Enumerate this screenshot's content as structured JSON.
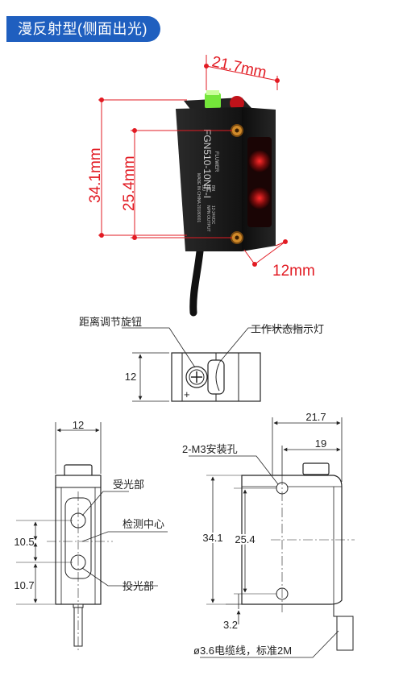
{
  "title": "漫反射型(侧面出光)",
  "photo": {
    "dim_width": "21.7mm",
    "dim_height_outer": "34.1mm",
    "dim_height_inner": "25.4mm",
    "dim_depth": "12mm",
    "model_text": "FGN510-10NF-I",
    "brand_text": "FLUWER",
    "side_text_lines": [
      "BN",
      "BK",
      "BU",
      "12-24VDC",
      "NPN OUTPUT",
      "MADE IN CHINA 20180001"
    ]
  },
  "top_view": {
    "label_knob": "距离调节旋钮",
    "label_indicator": "工作状态指示灯",
    "dim_height": "12"
  },
  "front_view": {
    "dim_width": "12",
    "label_receiver": "受光部",
    "label_center": "检测中心",
    "label_emitter": "投光部",
    "dim_upper": "10.5",
    "dim_lower": "10.7"
  },
  "side_view": {
    "dim_outer_width": "21.7",
    "dim_inner_width": "19",
    "label_holes": "2-M3安装孔",
    "dim_total_height": "34.1",
    "dim_hole_spacing": "25.4",
    "dim_bottom": "3.2",
    "label_cable": "ø3.6电缆线，标准2M"
  },
  "colors": {
    "accent": "#1f5fbf",
    "dimension_red": "#e21b23",
    "body_black": "#1b1b1b"
  }
}
